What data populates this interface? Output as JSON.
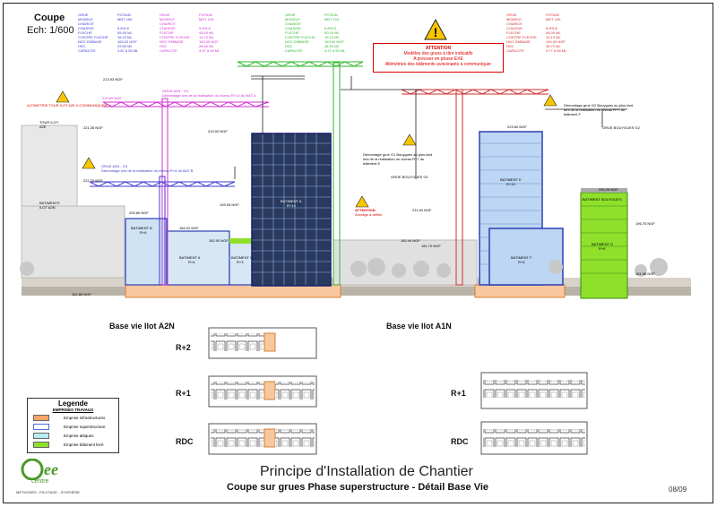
{
  "header": {
    "title": "Coupe",
    "scale": "Ech: 1/600"
  },
  "crane_specs": [
    {
      "name": "GRUE",
      "brand": "POTAIN",
      "model": "MDT 199",
      "color": "#3b3bd1",
      "rows": [
        [
          "GRUE",
          "POTAIN"
        ],
        [
          "MODELE",
          "MDT 199"
        ],
        [
          "CHARIOT",
          ""
        ],
        [
          "CHASSIS",
          "5.8*5.8"
        ],
        [
          "FLECHE",
          "55.00 ML"
        ],
        [
          "CONTRE FLECHE",
          "16.13 ML"
        ],
        [
          "NGC EMBASE",
          "163.00 NGF"
        ],
        [
          "HSC",
          "29.50 ML"
        ],
        [
          "CAPACITE",
          "3.87 à 55 ML"
        ]
      ]
    },
    {
      "name": "GRUE",
      "brand": "POTAIN",
      "model": "MDT 219",
      "color": "#d22fd2",
      "rows": [
        [
          "GRUE",
          "POTAIN"
        ],
        [
          "MODELE",
          "MDT 219"
        ],
        [
          "CHARIOT",
          ""
        ],
        [
          "CHASSIS",
          "5.8*5.8"
        ],
        [
          "FLECHE",
          "45.00 ML"
        ],
        [
          "CONTRE FLECHE",
          "14.13 ML"
        ],
        [
          "NGC EMBASE",
          "163.00 NGF"
        ],
        [
          "HSC",
          "28.60 ML"
        ],
        [
          "CAPACITE",
          "4.57 à 45 ML"
        ]
      ]
    },
    {
      "name": "GRUE",
      "brand": "POTAIN",
      "model": "MDT 219",
      "color": "#2fb52f",
      "rows": [
        [
          "GRUE",
          "POTAIN"
        ],
        [
          "MODELE",
          "MDT 219"
        ],
        [
          "CHARIOT",
          ""
        ],
        [
          "CHASSIS",
          "5.8*5.8"
        ],
        [
          "FLECHE",
          "50.00 ML"
        ],
        [
          "CONTRE FLECHE",
          "15.13 ML"
        ],
        [
          "NGC EMBASE",
          "163.00 NGF"
        ],
        [
          "HSC",
          "46.20 ML"
        ],
        [
          "CAPACITE",
          "4.37 à 50 ML"
        ]
      ]
    },
    {
      "name": "GRUE",
      "brand": "POTAIN",
      "model": "MDT 199",
      "color": "#d22f2f",
      "rows": [
        [
          "GRUE",
          "POTAIN"
        ],
        [
          "MODELE",
          "MDT 199"
        ],
        [
          "CHARIOT",
          ""
        ],
        [
          "CHASSIS",
          "5.8*5.8"
        ],
        [
          "FLECHE",
          "45.00 ML"
        ],
        [
          "CONTRE FLECHE",
          "14.13 ML"
        ],
        [
          "NGC EMBASE",
          "164.00 NGF"
        ],
        [
          "HSC",
          "36.70 ML"
        ],
        [
          "CAPACITE",
          "3.77 à 45 ML"
        ]
      ]
    }
  ],
  "warning": {
    "heading": "ATTENTION",
    "lines": [
      "Modèles des grues à titre indicatifs",
      "A préciser en phase EXE",
      "Altimétries des bâtiments avoisinants à communiquer"
    ]
  },
  "annotations": {
    "tower_altitude": "ALTIMETRIE TOUR ILOT A2E A COMMUNIQUER",
    "tower": "TOUR ILOT A2E",
    "batiments_a2n": "BATIMENTS ILOT A2N",
    "crane_g3": "GRUE A2N - G3",
    "crane_g3_note": "Démontage lors de la réalisation du niveau R+4 du BAT B",
    "crane_g4": "GRUE A2N - G4",
    "crane_g4_note": "Démontage lors de la réalisation du niveau R+14 du BAT A",
    "crane_g1_note": "Démontage grue G1 Bouygues au plus tard lors de la réalisation du niveau R+7 du bâtiment E",
    "crane_g1": "GRUE BOUYGUES G1",
    "crane_g2_note": "Démontage grue G2 Bouygues au plus tard lors de la réalisation du niveau R+7 du bâtiment F",
    "crane_g2": "GRUE BOUYGUES G2",
    "warning2_heading": "ATTENTION",
    "warning2_text": "Ancrage à définir",
    "bat_bouygues": "BATIMENT BOUYGUES"
  },
  "buildings": [
    {
      "name": "BATIMENT B",
      "level": "R+6"
    },
    {
      "name": "BATIMENT A",
      "level": "R+4"
    },
    {
      "name": "BATIMENT C",
      "level": "R+3"
    },
    {
      "name": "BATIMENT A",
      "level": "R+14"
    },
    {
      "name": "BATIMENT E",
      "level": "R+15"
    },
    {
      "name": "BATIMENT F",
      "level": "R+6"
    },
    {
      "name": "BATIMENT G",
      "level": "R+6"
    }
  ],
  "levels_ngf": [
    "221.35 NGF",
    "222.70 NGF",
    "219.00 NGF",
    "200.80 NGF",
    "219.60 NGF",
    "213.93 NGF",
    "184.02 NGF",
    "182.00 NGF",
    "193.05 NGF",
    "223.60 NGF",
    "182.44 NGF",
    "181.70 NGF",
    "211.50 NGF",
    "200.25 NGF",
    "196.75 NGF",
    "181.56 NGF",
    "162.86 NGF"
  ],
  "base_vie": {
    "a2n": {
      "title": "Base vie Ilot A2N",
      "levels": [
        "R+2",
        "R+1",
        "RDC"
      ]
    },
    "a1n": {
      "title": "Base vie Ilot A1N",
      "levels": [
        "R+1",
        "RDC"
      ]
    }
  },
  "legend": {
    "title": "Legende",
    "subtitle": "EMPRISES TRAVAUX",
    "items": [
      {
        "label": "Emprise infrastructures",
        "color": "#f5a46a"
      },
      {
        "label": "Emprise superstructure",
        "color": "#4b6fd6"
      },
      {
        "label": "Emprise attiques",
        "color": "#b8ecf0"
      },
      {
        "label": "Emprise bâtiment livré",
        "color": "#8fe02b"
      }
    ]
  },
  "footer": {
    "main_title": "Principe d'Installation de Chantier",
    "subtitle": "Coupe sur grues Phase superstructure - Détail Base Vie",
    "page": "08/09",
    "logo_text": "centre",
    "logo_tagline": "MÉTHODES - PILOTAGE - SYNTHÈSE"
  }
}
